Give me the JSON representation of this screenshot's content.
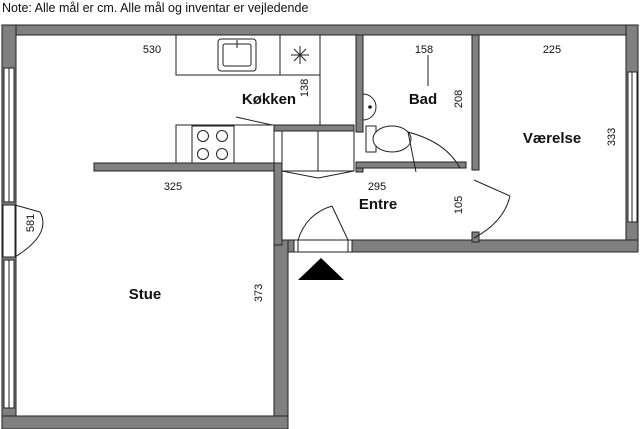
{
  "note": "Note: Alle mål er cm. Alle mål og inventar er vejledende",
  "rooms": {
    "kitchen": "Køkken",
    "bath": "Bad",
    "bedroom": "Værelse",
    "entrance": "Entre",
    "living": "Stue"
  },
  "dimensions": {
    "kitchen_width": "530",
    "kitchen_depth": "138",
    "bath_width": "158",
    "bath_depth": "208",
    "bedroom_width": "225",
    "bedroom_depth": "333",
    "living_top": "325",
    "entrance_width": "295",
    "entrance_depth": "105",
    "living_left": "581",
    "living_height": "373"
  }
}
